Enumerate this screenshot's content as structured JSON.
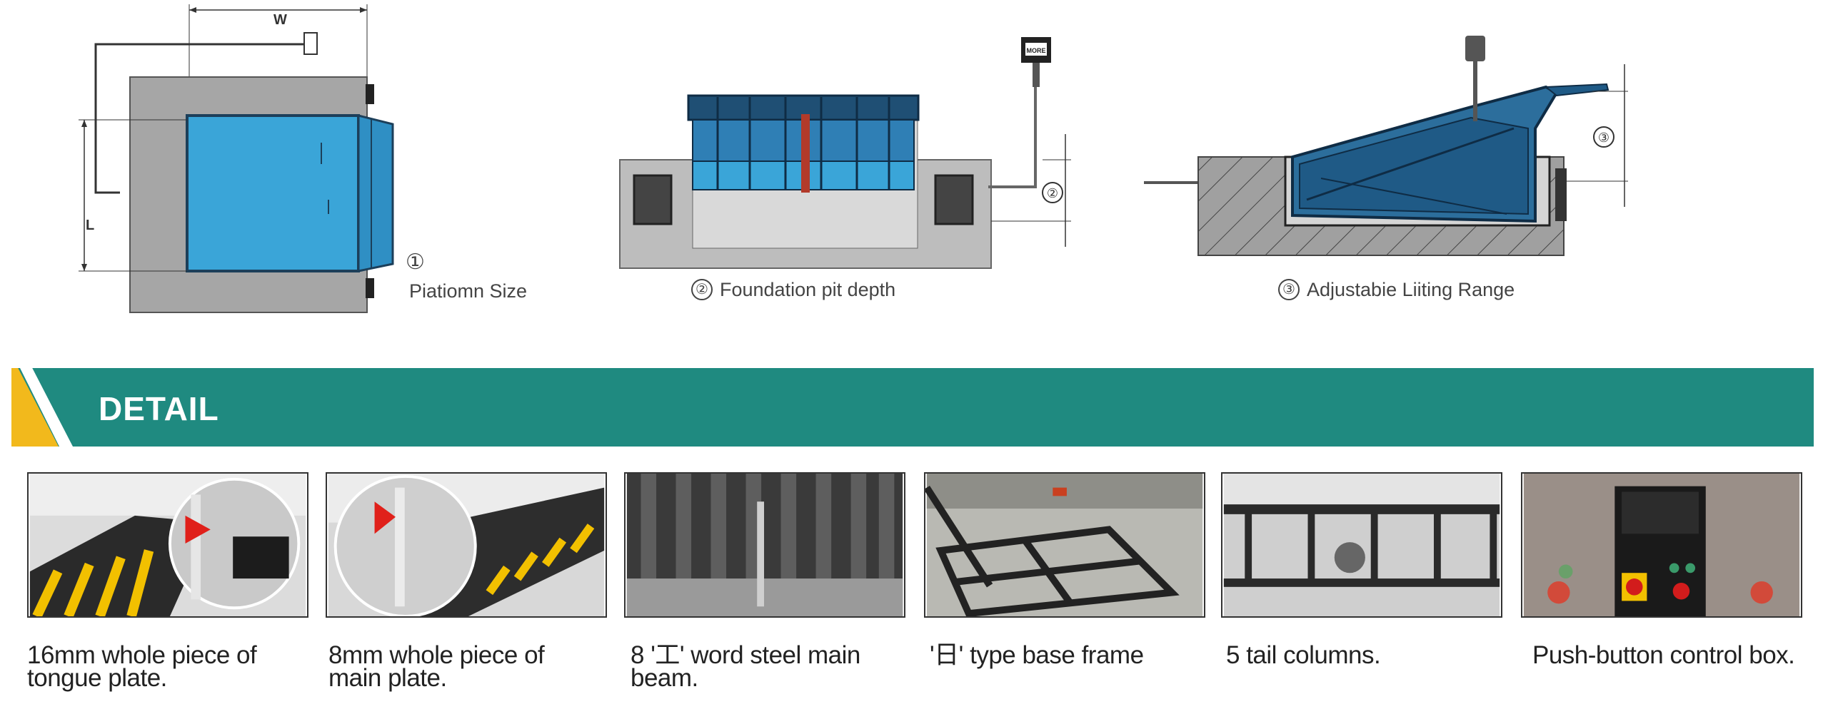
{
  "diagrams": {
    "platform": {
      "dim_w": "W",
      "dim_l": "L",
      "number": "①",
      "caption": "Piatiomn Size"
    },
    "foundation": {
      "number": "②",
      "caption": "Foundation pit depth",
      "callout": "②",
      "box_label": "MORE"
    },
    "lifting": {
      "number": "③",
      "caption": "Adjustabie Liiting Range",
      "callout": "③"
    }
  },
  "banner": {
    "title": "DETAIL"
  },
  "details": [
    {
      "line1": "16mm whole piece of",
      "line2": "tongue plate."
    },
    {
      "line1": "8mm whole piece of",
      "line2": "main plate."
    },
    {
      "line1": "8 '工' word steel main",
      "line2": "beam."
    },
    {
      "line1": "'日' type base frame",
      "line2": ""
    },
    {
      "line1": "5 tail columns.",
      "line2": ""
    },
    {
      "line1": "Push-button control box.",
      "line2": ""
    }
  ],
  "colors": {
    "teal": "#1f8a80",
    "yellow": "#f2b91c",
    "platform_blue": "#3aa5d8",
    "concrete": "#9e9e9e"
  }
}
